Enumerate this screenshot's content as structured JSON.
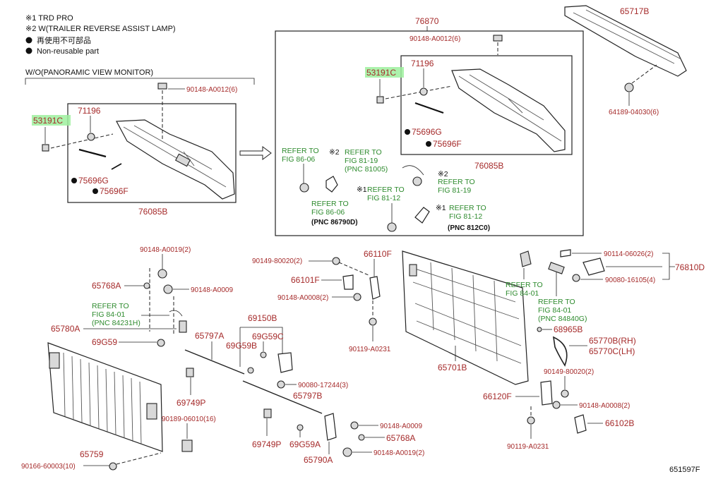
{
  "notes": {
    "line1": "※1 TRD PRO",
    "line2": "※2 W(TRAILER REVERSE ASSIST LAMP)",
    "line3": "再使用不可部品",
    "line4": "Non-reusable part",
    "condition": "W/O(PANORAMIC VIEW MONITOR)"
  },
  "left_assembly": {
    "bolt_top": "90148-A0012(6)",
    "clip": "53191C",
    "nut": "71196",
    "seal_g": "75696G",
    "seal_f": "75696F",
    "handle": "76085B"
  },
  "right_assembly": {
    "title": "76870",
    "bolt_top": "90148-A0012(6)",
    "clip": "53191C",
    "nut": "71196",
    "seal_g": "75696G",
    "seal_f": "75696F",
    "handle": "76085B",
    "refer_a1": "REFER TO",
    "refer_a2": "FIG 86-06",
    "refer_b_mark": "※2",
    "refer_b1": "REFER TO",
    "refer_b2": "FIG 81-19",
    "refer_b3": "(PNC 81005)",
    "refer_c_mark": "※2",
    "refer_c1": "REFER TO",
    "refer_c2": "FIG 81-19",
    "refer_d_mark": "※1",
    "refer_d1": "REFER TO",
    "refer_d2": "FIG 81-12",
    "refer_e1": "REFER TO",
    "refer_e2": "FIG 86-06",
    "refer_e3": "(PNC 86790D)",
    "refer_f_mark": "※1",
    "refer_f1": "REFER TO",
    "refer_f2": "FIG 81-12",
    "refer_f3": "(PNC 812C0)"
  },
  "top_right": {
    "protector": "65717B",
    "bolt": "64189-04030(6)"
  },
  "hinge_left": {
    "bolt_a": "90148-A0019(2)",
    "part_a": "65768A",
    "bolt_b": "90148-A0009",
    "refer1": "REFER TO",
    "refer2": "FIG 84-01",
    "refer3": "(PNC 84231H)",
    "part_b": "65780A",
    "part_c": "69G59"
  },
  "panels": {
    "rod_a": "65797A",
    "clip_a": "69749P",
    "bolt_c": "90189-06010(16)",
    "panel_inner": "65759",
    "screw": "90166-60003(10)",
    "panel_outer": "65701B"
  },
  "center": {
    "bolt_d": "90149-80020(2)",
    "latch": "66110F",
    "bracket": "66101F",
    "bolt_e": "90148-A0008(2)",
    "bolt_f": "90119-A0231",
    "lock": "69150B",
    "clip_b": "69G59C",
    "clip_c": "69G59B",
    "bolt_g": "90080-17244(3)",
    "rod_b": "65797B",
    "clip_d": "69749P",
    "clip_e": "69G59A",
    "bolt_h": "90148-A0009",
    "part_d": "65768A",
    "bolt_i": "90148-A0019(2)",
    "part_e": "65790A"
  },
  "right_side": {
    "bolt_j": "90114-06026(2)",
    "cam": "76810D",
    "refer_g1": "REFER TO",
    "refer_g2": "FIG 84-01",
    "refer_h1": "REFER TO",
    "refer_h2": "FIG 84-01",
    "refer_h3": "(PNC 84840G)",
    "bolt_k": "90080-16105(4)",
    "stopper": "68965B",
    "cable_rh": "65770B(RH)",
    "cable_lh": "65770C(LH)",
    "bolt_l": "90149-80020(2)",
    "latch_r": "66120F",
    "bolt_m": "90148-A0008(2)",
    "bracket_r": "66102B",
    "bolt_n": "90119-A0231"
  },
  "figure_id": "651597F"
}
